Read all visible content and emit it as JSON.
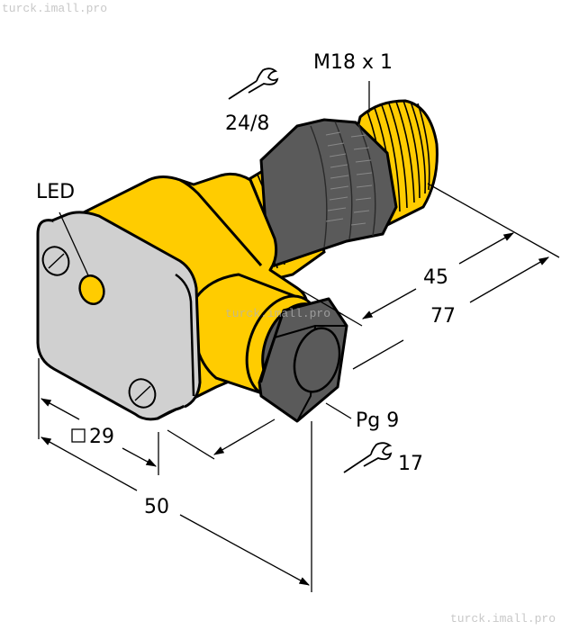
{
  "watermarks": {
    "top_left": "turck.imall.pro",
    "middle": "turck.imall.pro",
    "bottom_right": "turck.imall.pro"
  },
  "drawing": {
    "subject": "Inductive sensor with M18 x 1 barrel and Pg 9 cable gland",
    "colors": {
      "housing": "#FFCC00",
      "face_plate": "#D0D0D0",
      "nut": "#5A5A5A",
      "outline": "#000000"
    },
    "labels": {
      "thread": "M18 x 1",
      "nut_wrench_size": "24/8",
      "led": "LED",
      "gland": "Pg 9",
      "gland_wrench_size": "17",
      "face_size": "29",
      "face_size_symbol": "□",
      "total_width": "50",
      "barrel_length": "45",
      "total_length": "77"
    },
    "icons": [
      "wrench-icon-nut",
      "wrench-icon-gland",
      "square-symbol"
    ]
  }
}
